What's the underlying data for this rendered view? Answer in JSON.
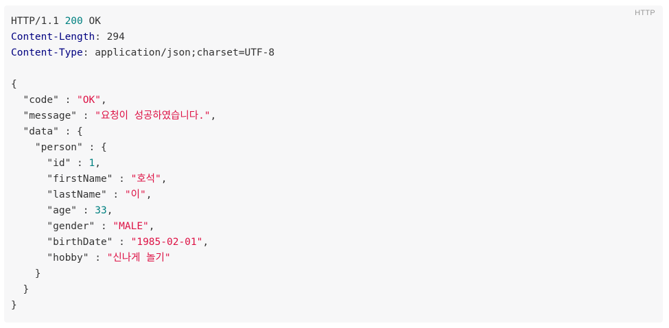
{
  "page": {
    "background_color": "#ffffff"
  },
  "code_block": {
    "language_label": "HTTP",
    "background_color": "#f7f7f8",
    "colors": {
      "default_text": "#333333",
      "header_name": "#000080",
      "number_literal": "#008080",
      "string_literal": "#dd1144",
      "language_label": "#999999"
    },
    "http_response": {
      "status_line": "HTTP/1.1 200 OK",
      "protocol": "HTTP/1.1",
      "status_code": "200",
      "status_text": "OK",
      "headers": [
        {
          "name": "Content-Length",
          "value": "294"
        },
        {
          "name": "Content-Type",
          "value": "application/json;charset=UTF-8"
        }
      ],
      "body_json": {
        "code": "OK",
        "message": "요청이 성공하였습니다.",
        "data": {
          "person": {
            "id": 1,
            "firstName": "호석",
            "lastName": "이",
            "age": 33,
            "gender": "MALE",
            "birthDate": "1985-02-01",
            "hobby": "신나게 놀기"
          }
        }
      }
    },
    "lines": [
      [
        {
          "t": "HTTP/1.1 ",
          "c": "p"
        },
        {
          "t": "200",
          "c": "n"
        },
        {
          "t": " OK",
          "c": "p"
        }
      ],
      [
        {
          "t": "Content-Length",
          "c": "h"
        },
        {
          "t": ": 294",
          "c": "p"
        }
      ],
      [
        {
          "t": "Content-Type",
          "c": "h"
        },
        {
          "t": ": application/json;charset=UTF-8",
          "c": "p"
        }
      ],
      [],
      [
        {
          "t": "{",
          "c": "p"
        }
      ],
      [
        {
          "t": "  \"code\" : ",
          "c": "p"
        },
        {
          "t": "\"OK\"",
          "c": "s"
        },
        {
          "t": ",",
          "c": "p"
        }
      ],
      [
        {
          "t": "  \"message\" : ",
          "c": "p"
        },
        {
          "t": "\"요청이 성공하였습니다.\"",
          "c": "s"
        },
        {
          "t": ",",
          "c": "p"
        }
      ],
      [
        {
          "t": "  \"data\" : {",
          "c": "p"
        }
      ],
      [
        {
          "t": "    \"person\" : {",
          "c": "p"
        }
      ],
      [
        {
          "t": "      \"id\" : ",
          "c": "p"
        },
        {
          "t": "1",
          "c": "n"
        },
        {
          "t": ",",
          "c": "p"
        }
      ],
      [
        {
          "t": "      \"firstName\" : ",
          "c": "p"
        },
        {
          "t": "\"호석\"",
          "c": "s"
        },
        {
          "t": ",",
          "c": "p"
        }
      ],
      [
        {
          "t": "      \"lastName\" : ",
          "c": "p"
        },
        {
          "t": "\"이\"",
          "c": "s"
        },
        {
          "t": ",",
          "c": "p"
        }
      ],
      [
        {
          "t": "      \"age\" : ",
          "c": "p"
        },
        {
          "t": "33",
          "c": "n"
        },
        {
          "t": ",",
          "c": "p"
        }
      ],
      [
        {
          "t": "      \"gender\" : ",
          "c": "p"
        },
        {
          "t": "\"MALE\"",
          "c": "s"
        },
        {
          "t": ",",
          "c": "p"
        }
      ],
      [
        {
          "t": "      \"birthDate\" : ",
          "c": "p"
        },
        {
          "t": "\"1985-02-01\"",
          "c": "s"
        },
        {
          "t": ",",
          "c": "p"
        }
      ],
      [
        {
          "t": "      \"hobby\" : ",
          "c": "p"
        },
        {
          "t": "\"신나게 놀기\"",
          "c": "s"
        }
      ],
      [
        {
          "t": "    }",
          "c": "p"
        }
      ],
      [
        {
          "t": "  }",
          "c": "p"
        }
      ],
      [
        {
          "t": "}",
          "c": "p"
        }
      ]
    ]
  }
}
